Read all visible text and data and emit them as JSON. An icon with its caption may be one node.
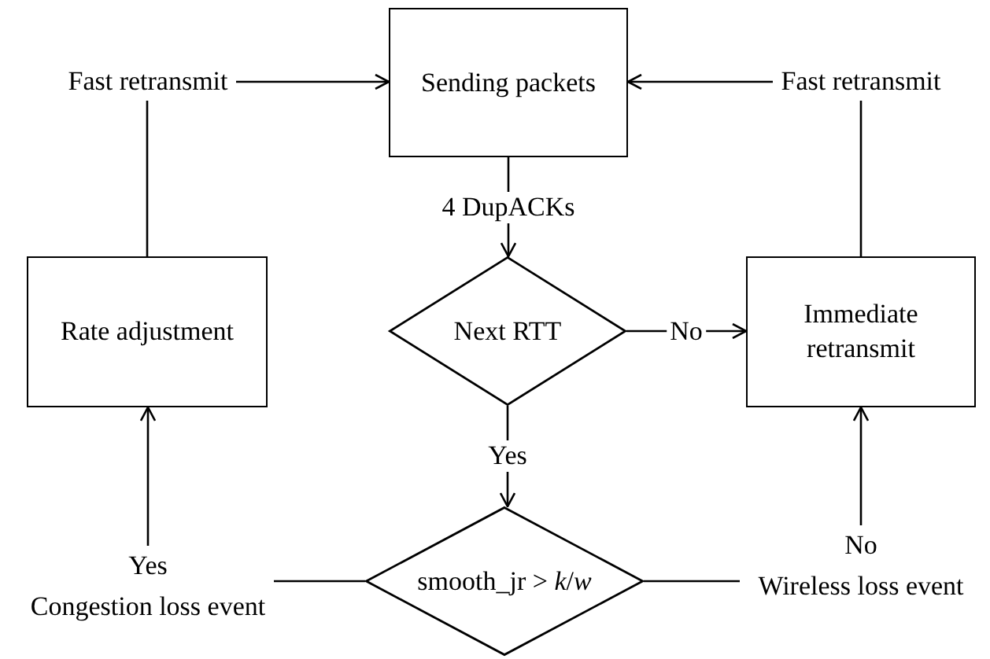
{
  "diagram": {
    "nodes": [
      {
        "text": [
          "Sending packets"
        ]
      },
      {
        "text": [
          "Fast retransmit"
        ]
      },
      {
        "text": [
          "Fast retransmit"
        ]
      },
      {
        "text": [
          "Rate adjustment"
        ]
      },
      {
        "text": [
          "Next RTT"
        ]
      },
      {
        "text": [
          "Immediate retransmit"
        ]
      },
      {
        "text": [
          "smooth_jr > *k*/*w*"
        ]
      },
      {
        "text": [
          "Yes",
          "Congestion loss event"
        ]
      },
      {
        "text": [
          "No",
          "Wireless loss event"
        ]
      }
    ],
    "edges": [
      {
        "from": 1,
        "to": 0,
        "arrow": "to"
      },
      {
        "from": 2,
        "to": 0,
        "arrow": "to"
      },
      {
        "from": 3,
        "to": 1,
        "arrow": "none"
      },
      {
        "from": 5,
        "to": 2,
        "arrow": "none"
      },
      {
        "from": 0,
        "to": 4,
        "arrow": "to",
        "label": "4 DupACKs"
      },
      {
        "from": 4,
        "to": 5,
        "arrow": "to",
        "label": "No"
      },
      {
        "from": 4,
        "to": 6,
        "arrow": "to",
        "label": "Yes"
      },
      {
        "from": 6,
        "to": 7,
        "arrow": "none"
      },
      {
        "from": 7,
        "to": 3,
        "arrow": "to"
      },
      {
        "from": 6,
        "to": 8,
        "arrow": "none"
      },
      {
        "from": 8,
        "to": 5,
        "arrow": "to"
      }
    ]
  }
}
